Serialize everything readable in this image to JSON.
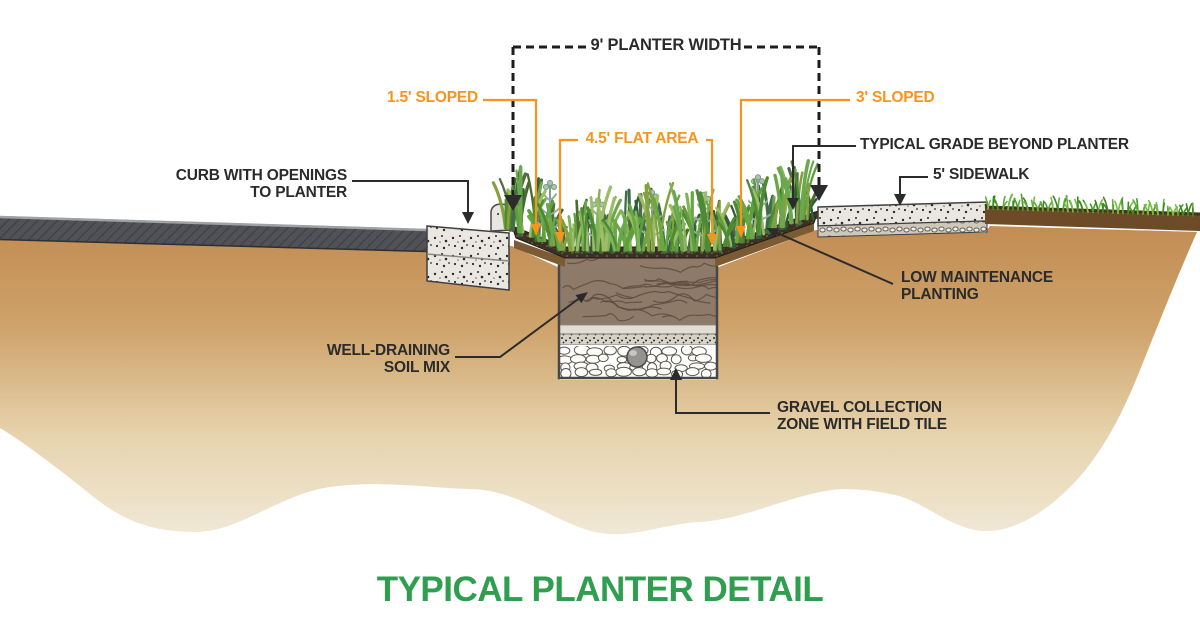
{
  "title": "TYPICAL PLANTER DETAIL",
  "colors": {
    "accent_orange": "#F7941E",
    "title_green": "#2F9E4E",
    "ink": "#2B2B2B"
  },
  "dimensions": {
    "planter_width": "9' PLANTER WIDTH",
    "left_slope": "1.5' SLOPED",
    "flat_area": "4.5' FLAT AREA",
    "right_slope": "3' SLOPED",
    "sidewalk": "5' SIDEWALK"
  },
  "callouts": {
    "curb_line1": "CURB WITH OPENINGS",
    "curb_line2": "TO PLANTER",
    "grade_beyond": "TYPICAL GRADE BEYOND PLANTER",
    "low_maintenance_line1": "LOW MAINTENANCE",
    "low_maintenance_line2": "PLANTING",
    "soil_line1": "WELL-DRAINING",
    "soil_line2": "SOIL MIX",
    "gravel_line1": "GRAVEL COLLECTION",
    "gravel_line2": "ZONE WITH FIELD TILE"
  }
}
